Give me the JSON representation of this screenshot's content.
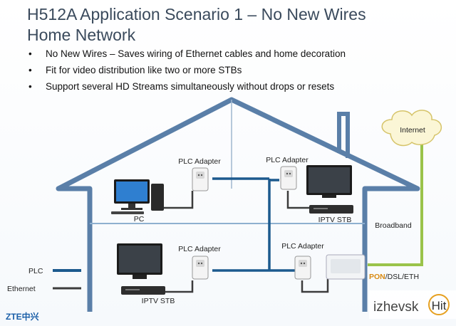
{
  "title_line1": "H512A Application Scenario 1 – No New Wires",
  "title_line2": "Home Network",
  "bullets": [
    "No New Wires – Saves wiring of Ethernet cables and home decoration",
    "Fit for video distribution like two or more STBs",
    "Support several HD Streams simultaneously without drops or resets"
  ],
  "labels": {
    "internet": "Internet",
    "plc_adapter_1": "PLC Adapter",
    "plc_adapter_2": "PLC Adapter",
    "plc_adapter_3": "PLC  Adapter",
    "plc_adapter_4": "PLC  Adapter",
    "pc": "PC",
    "iptv_stb_1": "IPTV STB",
    "iptv_stb_2": "IPTV STB",
    "broadband": "Broadband",
    "pon": "PON",
    "dsl_eth": "/DSL/ETH"
  },
  "legend": {
    "plc": "PLC",
    "ethernet": "Ethernet"
  },
  "logo": {
    "zte": "ZTE中兴"
  },
  "watermark": {
    "izhevsk": "izhevsk",
    "hit": "Hit"
  },
  "colors": {
    "house": "#5a7fa8",
    "plc_line": "#1c5a8e",
    "ethernet_line": "#3c3c3c",
    "broadband_line": "#9ac34a",
    "cloud_fill": "#fbf6d6",
    "pon_text": "#d98a12",
    "title": "#3a4a5c"
  }
}
